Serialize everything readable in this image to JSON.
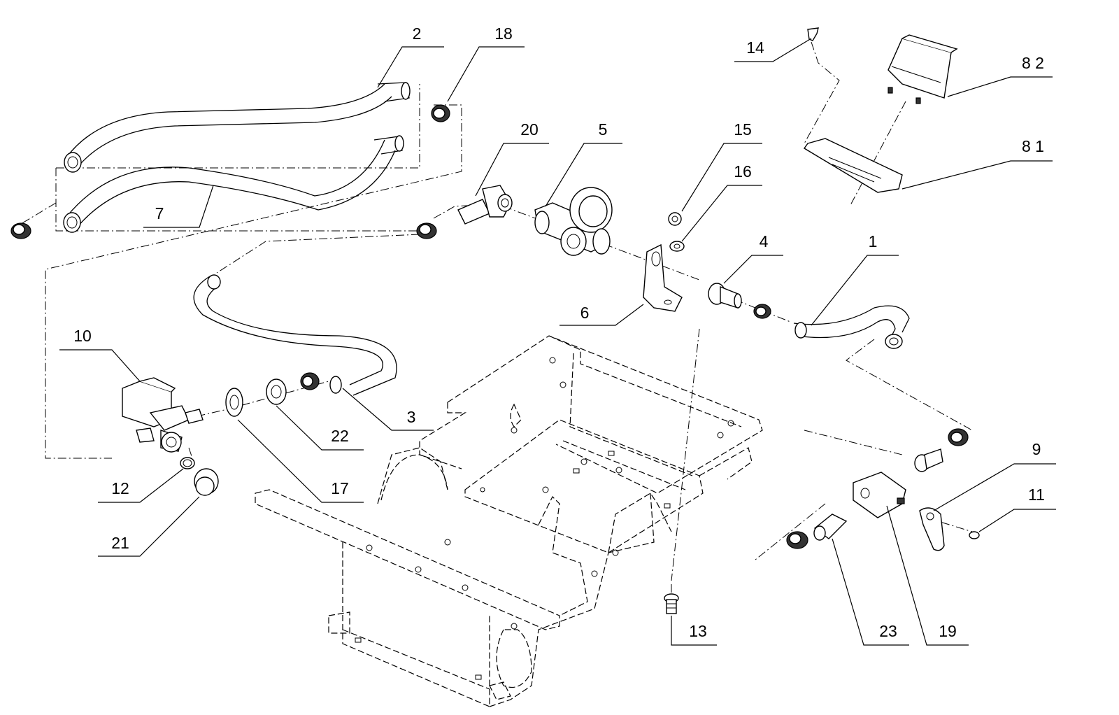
{
  "callouts": [
    {
      "id": "c1",
      "label": "1"
    },
    {
      "id": "c2",
      "label": "2"
    },
    {
      "id": "c3",
      "label": "3"
    },
    {
      "id": "c4",
      "label": "4"
    },
    {
      "id": "c5",
      "label": "5"
    },
    {
      "id": "c6",
      "label": "6"
    },
    {
      "id": "c7",
      "label": "7"
    },
    {
      "id": "c81",
      "label": "8 1"
    },
    {
      "id": "c82",
      "label": "8 2"
    },
    {
      "id": "c9",
      "label": "9"
    },
    {
      "id": "c10",
      "label": "10"
    },
    {
      "id": "c11",
      "label": "11"
    },
    {
      "id": "c12",
      "label": "12"
    },
    {
      "id": "c13",
      "label": "13"
    },
    {
      "id": "c14",
      "label": "14"
    },
    {
      "id": "c15",
      "label": "15"
    },
    {
      "id": "c16",
      "label": "16"
    },
    {
      "id": "c17",
      "label": "17"
    },
    {
      "id": "c18",
      "label": "18"
    },
    {
      "id": "c19",
      "label": "19"
    },
    {
      "id": "c20",
      "label": "20"
    },
    {
      "id": "c21",
      "label": "21"
    },
    {
      "id": "c22",
      "label": "22"
    },
    {
      "id": "c23",
      "label": "23"
    }
  ]
}
